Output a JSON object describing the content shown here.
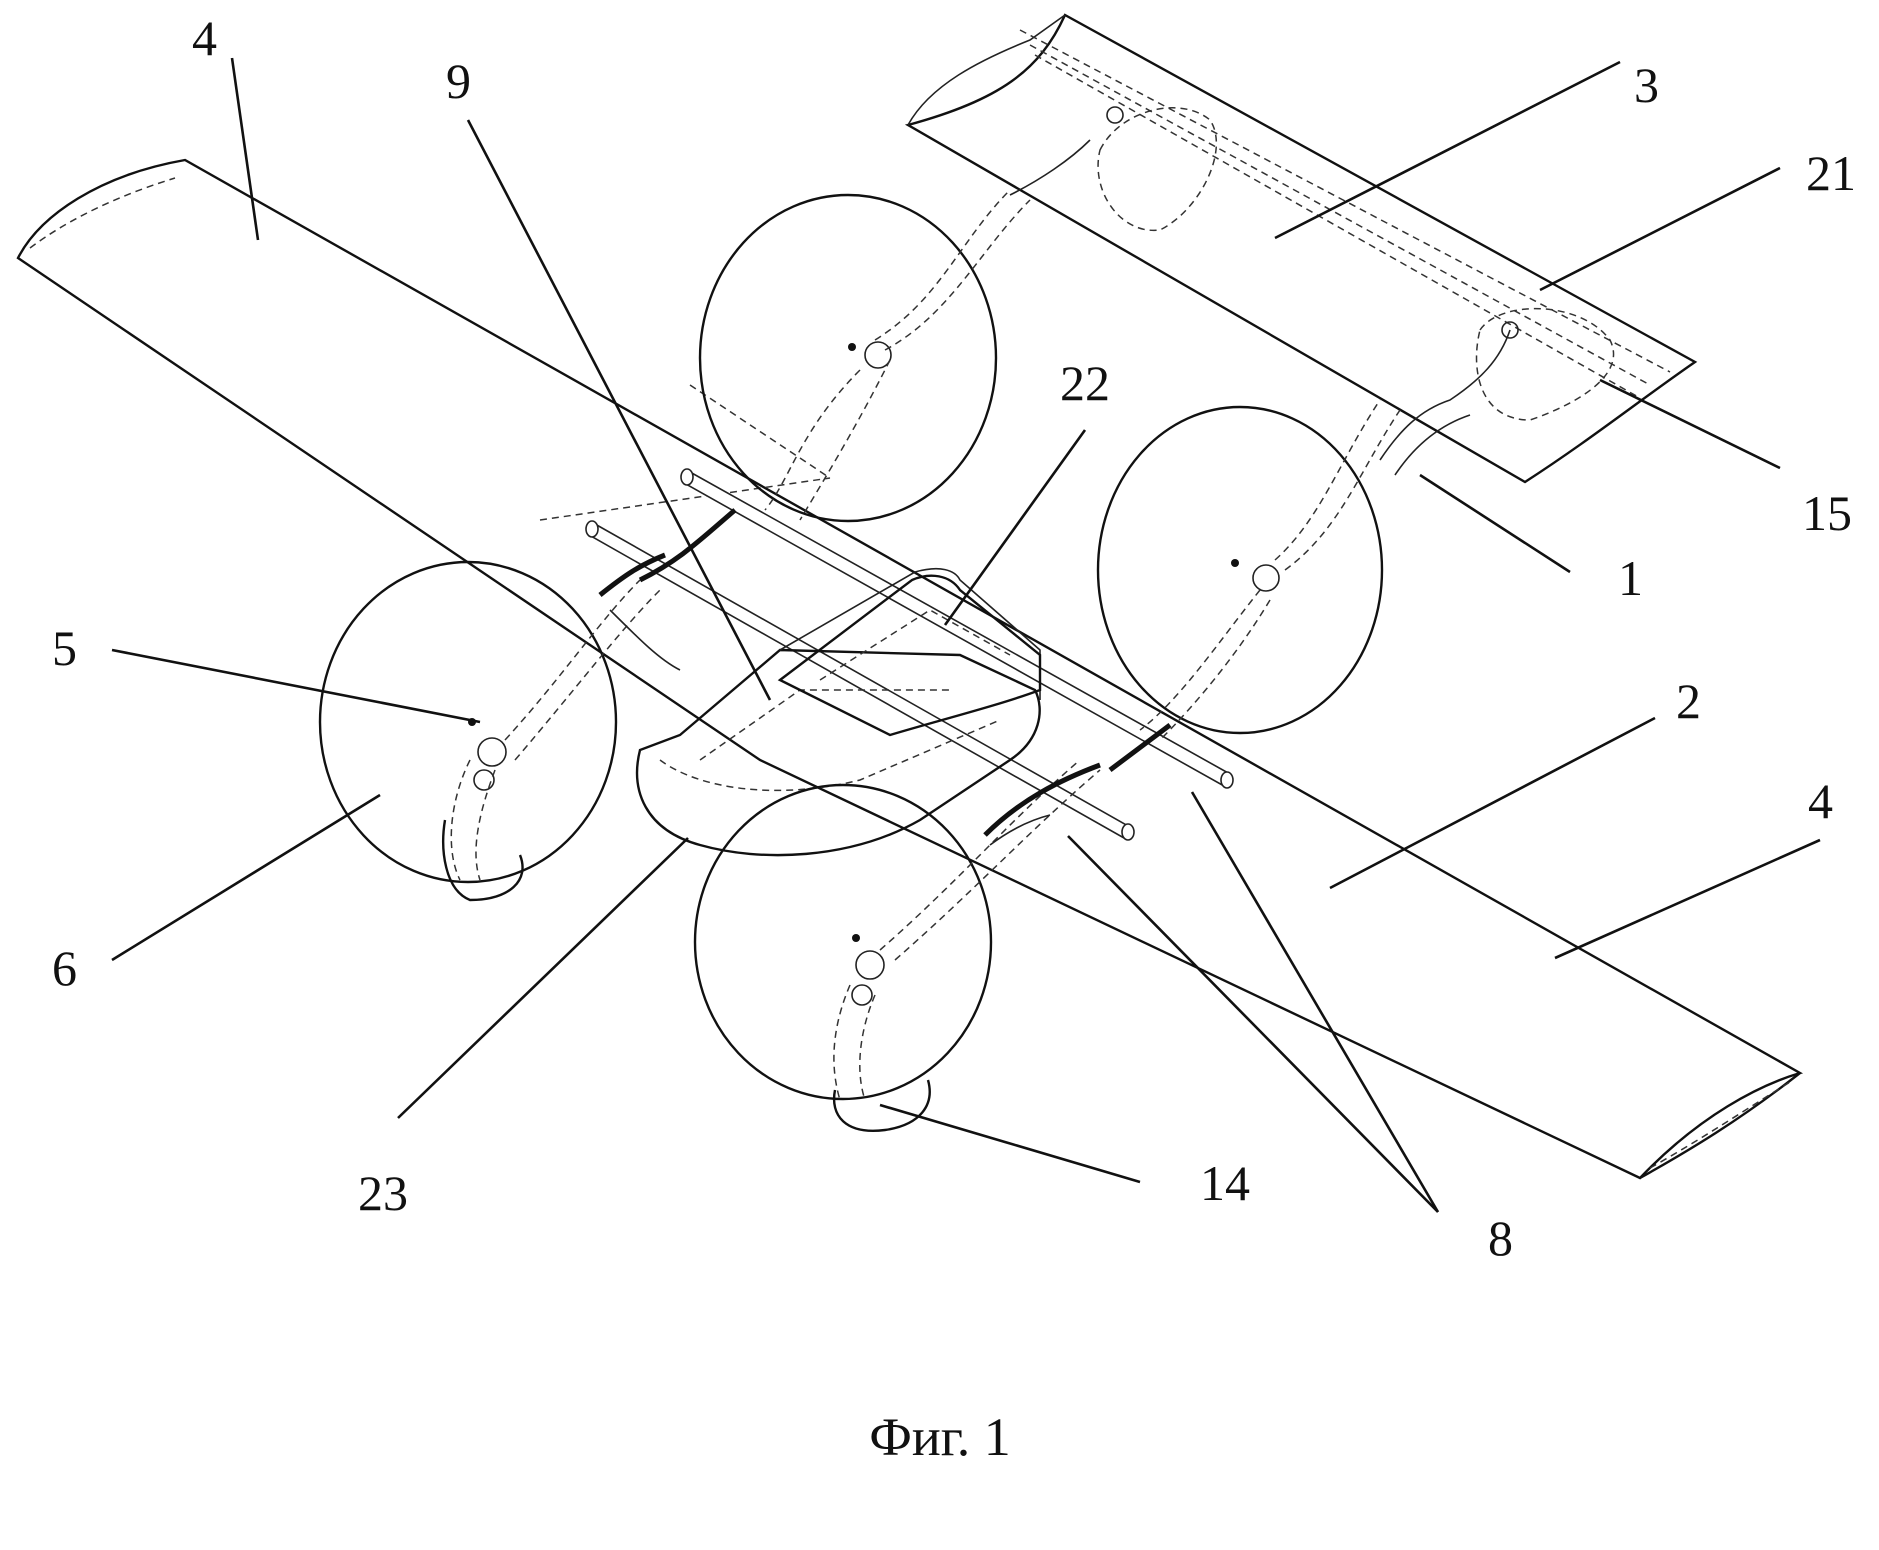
{
  "figure": {
    "caption": "Фиг. 1",
    "callouts": [
      {
        "id": "label-4-left",
        "text": "4"
      },
      {
        "id": "label-9",
        "text": "9"
      },
      {
        "id": "label-3",
        "text": "3"
      },
      {
        "id": "label-21",
        "text": "21"
      },
      {
        "id": "label-22",
        "text": "22"
      },
      {
        "id": "label-15",
        "text": "15"
      },
      {
        "id": "label-1",
        "text": "1"
      },
      {
        "id": "label-5",
        "text": "5"
      },
      {
        "id": "label-2",
        "text": "2"
      },
      {
        "id": "label-4-right",
        "text": "4"
      },
      {
        "id": "label-6",
        "text": "6"
      },
      {
        "id": "label-23",
        "text": "23"
      },
      {
        "id": "label-14",
        "text": "14"
      },
      {
        "id": "label-8",
        "text": "8"
      }
    ]
  },
  "colors": {
    "ink": "#111111",
    "paper": "#ffffff"
  }
}
